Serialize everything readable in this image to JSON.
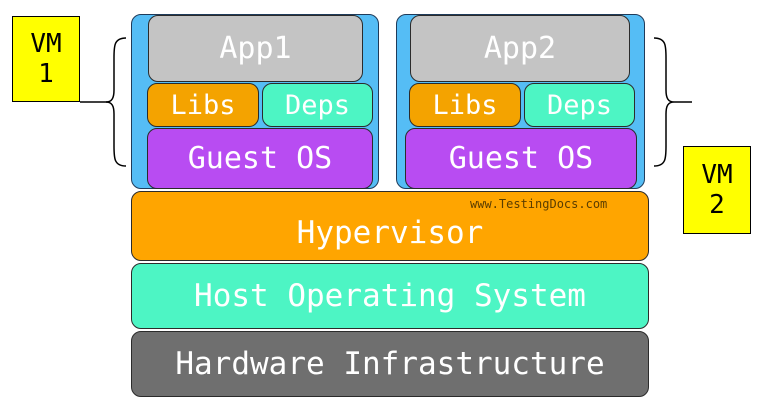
{
  "vm1": {
    "label_line1": "VM",
    "label_line2": "1",
    "app": "App1",
    "libs": "Libs",
    "deps": "Deps",
    "guest_os": "Guest OS"
  },
  "vm2": {
    "label_line1": "VM",
    "label_line2": "2",
    "app": "App2",
    "libs": "Libs",
    "deps": "Deps",
    "guest_os": "Guest OS"
  },
  "layers": {
    "hypervisor": "Hypervisor",
    "host_os": "Host Operating System",
    "hardware": "Hardware Infrastructure"
  },
  "watermark": "www.TestingDocs.com",
  "colors": {
    "vm_frame": "#55bdf5",
    "app": "#c4c4c4",
    "libs": "#f4a300",
    "deps": "#4df5c4",
    "guest_os": "#b84cf2",
    "hypervisor": "#ffa500",
    "host_os": "#4df5c4",
    "hardware": "#6f6f6f",
    "vm_label": "#ffff00"
  }
}
